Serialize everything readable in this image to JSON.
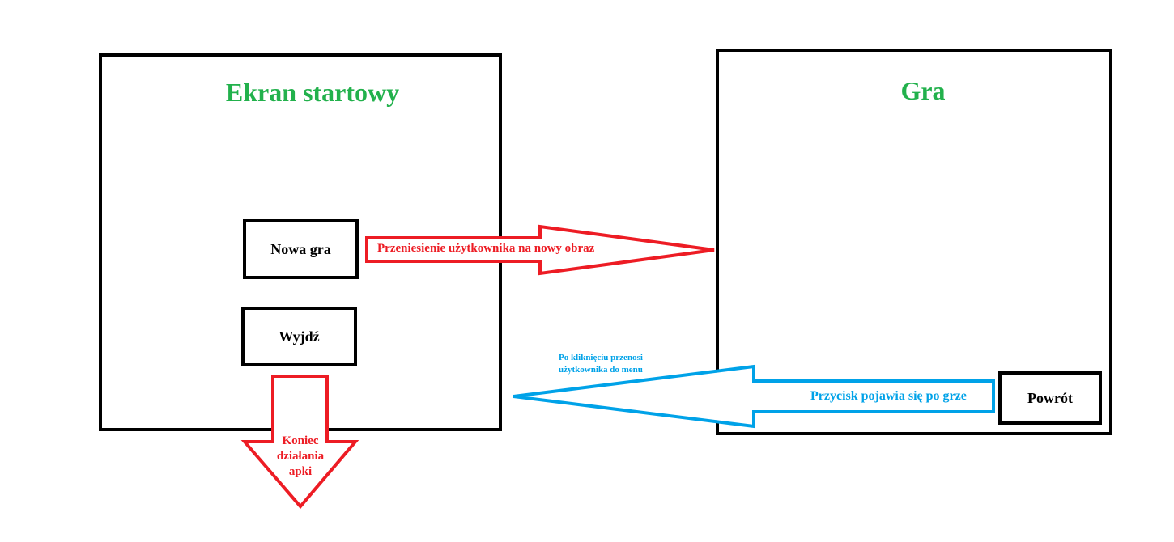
{
  "start_screen": {
    "title": "Ekran startowy",
    "new_game_label": "Nowa gra",
    "exit_label": "Wyjdź"
  },
  "game_screen": {
    "title": "Gra",
    "back_label": "Powrót"
  },
  "arrows": {
    "new_game_arrow": {
      "text": "Przeniesienie użytkownika na nowy obraz",
      "color": "#ed1c24"
    },
    "exit_arrow": {
      "lines": [
        "Koniec",
        "działania",
        "apki"
      ],
      "color": "#ed1c24"
    },
    "back_arrow": {
      "text": "Przycisk pojawia się po grze",
      "color": "#00a2e8"
    },
    "back_note": {
      "lines": [
        "Po kliknięciu przenosi",
        "użytkownika do menu"
      ],
      "color": "#00a2e8"
    }
  },
  "colors": {
    "title": "#22b14c",
    "border": "#000000"
  }
}
